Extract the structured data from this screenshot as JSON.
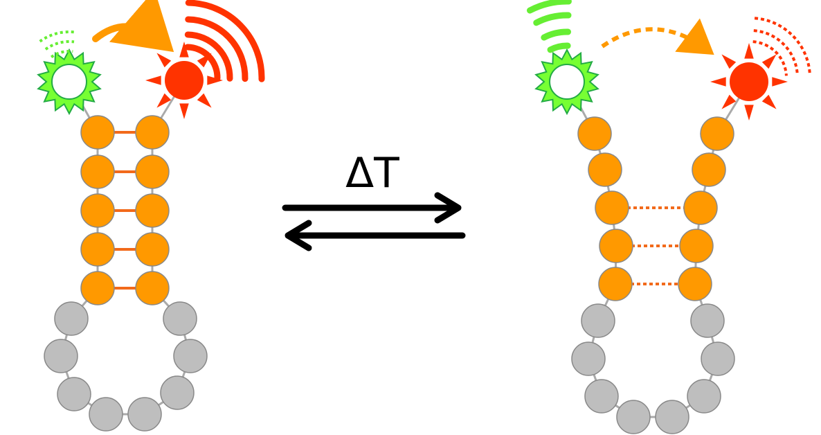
{
  "equilibrium": {
    "label": "ΔT"
  },
  "colors": {
    "stem_bead": "#ff9900",
    "loop_bead": "#bebebe",
    "bead_stroke": "#888888",
    "backbone": "#aaaaaa",
    "base_pair": "#f26a1b",
    "donor_fluorophore": "#77ff33",
    "donor_stroke": "#22aa44",
    "acceptor_fluorophore": "#ff3300",
    "fret_arrow": "#ff9900",
    "acceptor_emission": "#ff3300",
    "donor_emission": "#66ee33",
    "equilibrium_arrows": "#000000"
  },
  "states": [
    {
      "name": "closed-hairpin",
      "base_pairs": 5,
      "base_pair_style": "solid",
      "fret": "active",
      "donor_emission": "weak",
      "acceptor_emission": "strong"
    },
    {
      "name": "partially-melted-hairpin",
      "base_pairs": 3,
      "base_pair_style": "dotted",
      "fret": "weak",
      "donor_emission": "strong",
      "acceptor_emission": "weak"
    }
  ],
  "icons": [
    "donor-star-icon",
    "acceptor-star-icon",
    "fret-arrow-icon",
    "emission-waves-icon",
    "equilibrium-arrows-icon"
  ]
}
